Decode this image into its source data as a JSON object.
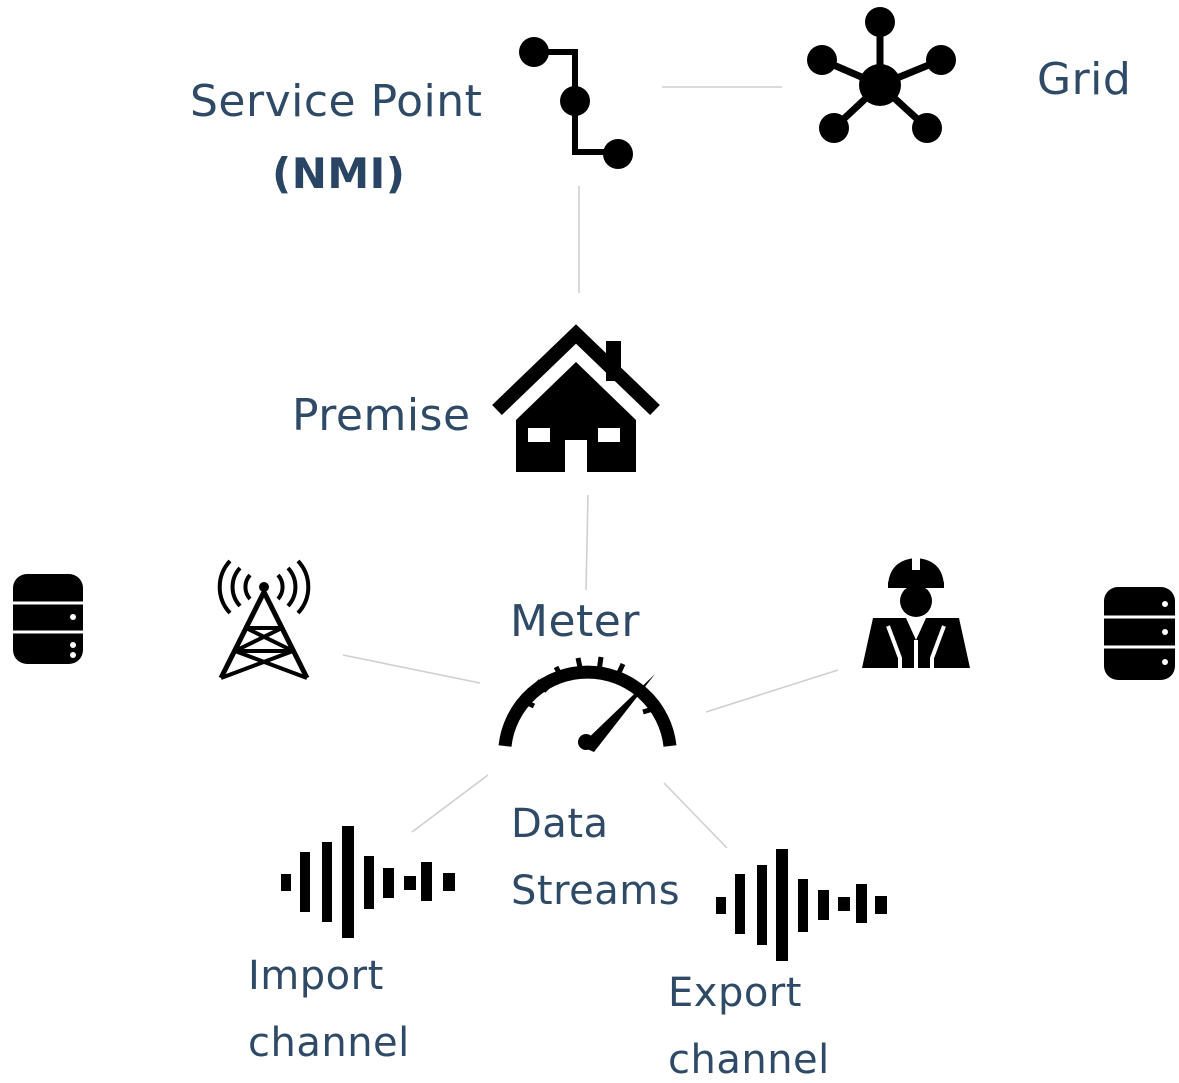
{
  "nodes": {
    "service_point": {
      "label": "Service Point",
      "sublabel": "(NMI)",
      "icon": "service-point-icon"
    },
    "grid": {
      "label": "Grid",
      "icon": "grid-network-icon"
    },
    "premise": {
      "label": "Premise",
      "icon": "house-icon"
    },
    "meter": {
      "label": "Meter",
      "icon": "speedometer-icon"
    },
    "data_streams": {
      "label_line1": "Data",
      "label_line2": "Streams"
    },
    "import_channel": {
      "label_line1": "Import",
      "label_line2": "channel",
      "icon": "waveform-icon"
    },
    "export_channel": {
      "label_line1": "Export",
      "label_line2": "channel",
      "icon": "waveform-icon"
    },
    "communications": {
      "icon": "radio-tower-icon"
    },
    "meter_reader": {
      "icon": "worker-icon"
    },
    "left_database": {
      "icon": "database-icon"
    },
    "right_database": {
      "icon": "database-icon"
    }
  },
  "colors": {
    "label_text": "#2f4a66",
    "connector": "#cfcfcf",
    "icon": "#000000"
  }
}
